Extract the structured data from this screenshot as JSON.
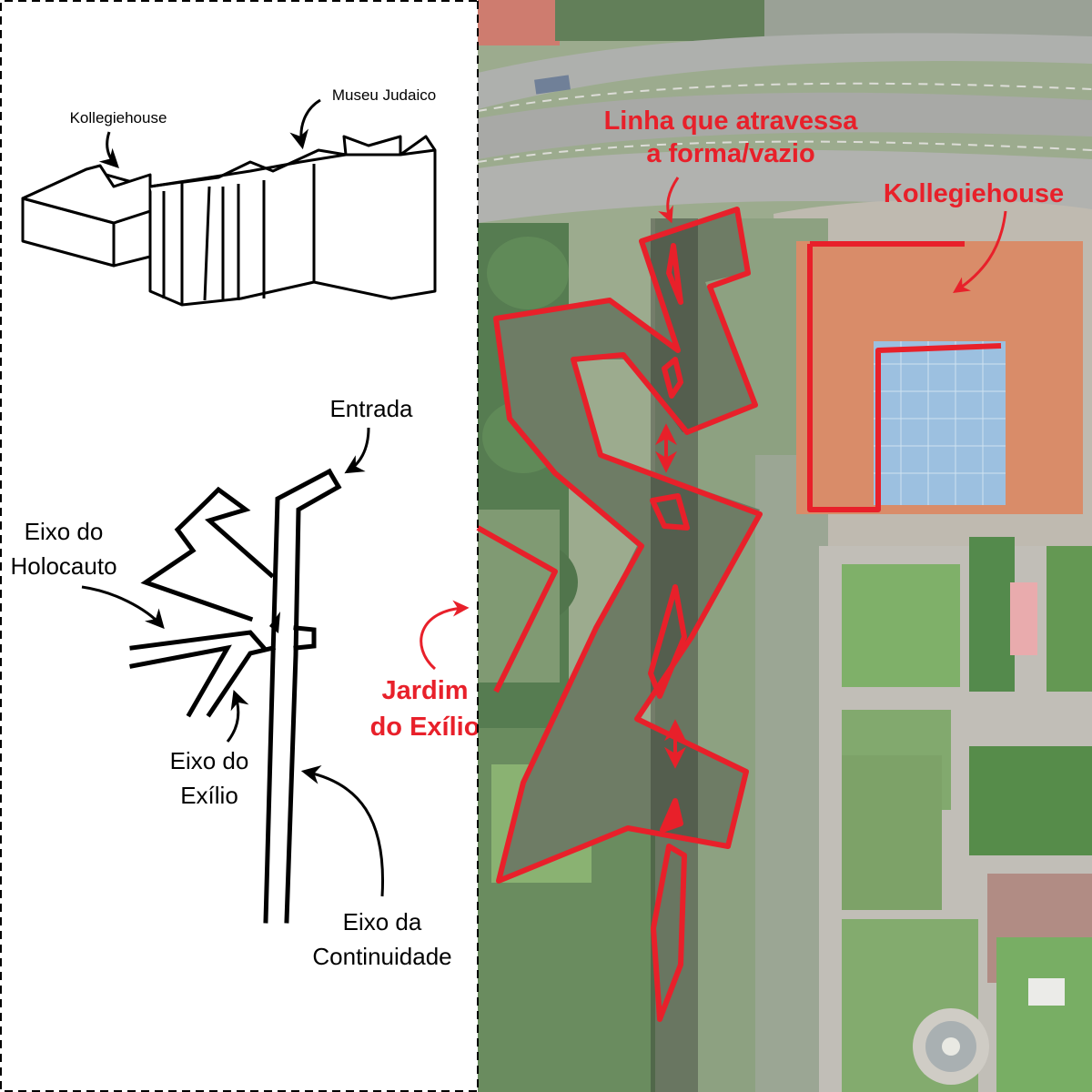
{
  "left_panel": {
    "axonometric": {
      "label_kollegiehouse": "Kollegiehouse",
      "label_museu": "Museu Judaico"
    },
    "plan": {
      "label_entrada": "Entrada",
      "label_holocausto": [
        "Eixo do",
        "Holocauto"
      ],
      "label_exilio": [
        "Eixo do",
        "Exílio"
      ],
      "label_continuidade": [
        "Eixo da",
        "Continuidade"
      ]
    }
  },
  "right_panel": {
    "label_linha": [
      "Linha que atravessa",
      "a forma/vazio"
    ],
    "label_kollegiehouse": "Kollegiehouse",
    "label_jardim": [
      "Jardim",
      "do Exílio"
    ]
  },
  "colors": {
    "annotation_red": "#e8202a",
    "ink": "#000000",
    "roof_orange": "#d9774f",
    "glass_blue": "#8fb8dc",
    "grass_green": "#5f9a4a",
    "tree_dark": "#3e6a3a",
    "road_grey": "#9a9c98"
  }
}
